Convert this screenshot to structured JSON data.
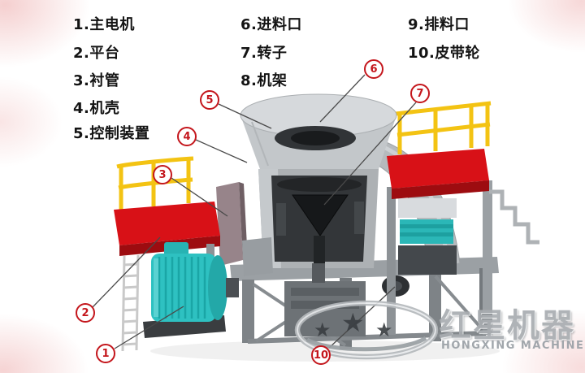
{
  "legend": {
    "items": [
      {
        "num": "1",
        "text": "1.主电机"
      },
      {
        "num": "2",
        "text": "2.平台"
      },
      {
        "num": "3",
        "text": "3.衬管"
      },
      {
        "num": "4",
        "text": "4.机壳"
      },
      {
        "num": "5",
        "text": "5.控制装置"
      },
      {
        "num": "6",
        "text": "6.进料口"
      },
      {
        "num": "7",
        "text": "7.转子"
      },
      {
        "num": "8",
        "text": "8.机架"
      },
      {
        "num": "9",
        "text": "9.排料口"
      },
      {
        "num": "10",
        "text": "10.皮带轮"
      }
    ]
  },
  "watermark": {
    "brand_cn": "红星机器",
    "brand_en": "HONGXING MACHINERY"
  },
  "icons": {
    "star": "★"
  },
  "colors": {
    "callout_red": "#c4161c",
    "platform_red": "#d81117",
    "platform_edge_red": "#9d0c10",
    "motor_teal": "#2ec1c1",
    "railing_yellow": "#f3c313",
    "machine_gray": "#adb1b4",
    "interior_dark": "#333639",
    "watermark_gray": "#a9adb1",
    "legend_text": "#141414"
  }
}
